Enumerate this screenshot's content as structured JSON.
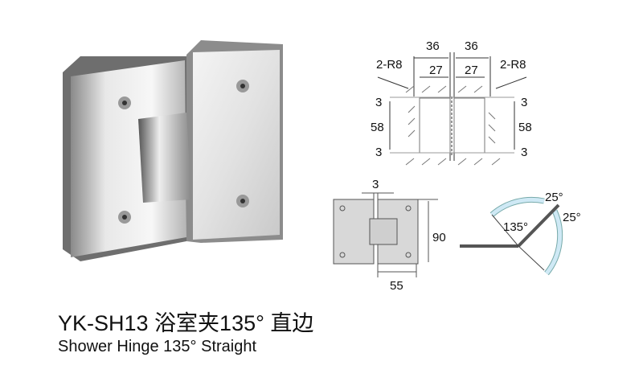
{
  "product": {
    "title": "YK-SH13 浴室夹135° 直边",
    "subtitle": "Shower Hinge 135°  Straight"
  },
  "top_drawing": {
    "dim_36_left": "36",
    "dim_36_right": "36",
    "dim_27_left": "27",
    "dim_27_right": "27",
    "radius_left": "2-R8",
    "radius_right": "2-R8",
    "left_top_3": "3",
    "left_58": "58",
    "left_bottom_3": "3",
    "right_top_3": "3",
    "right_58": "58",
    "right_bottom_3": "3"
  },
  "front_drawing": {
    "gap": "3",
    "height": "90",
    "width": "55"
  },
  "angle_drawing": {
    "main_angle": "135°",
    "angle_a": "25°",
    "angle_b": "25°"
  },
  "colors": {
    "glass": "#cfe9f5",
    "metal": "#d8d8d8"
  }
}
